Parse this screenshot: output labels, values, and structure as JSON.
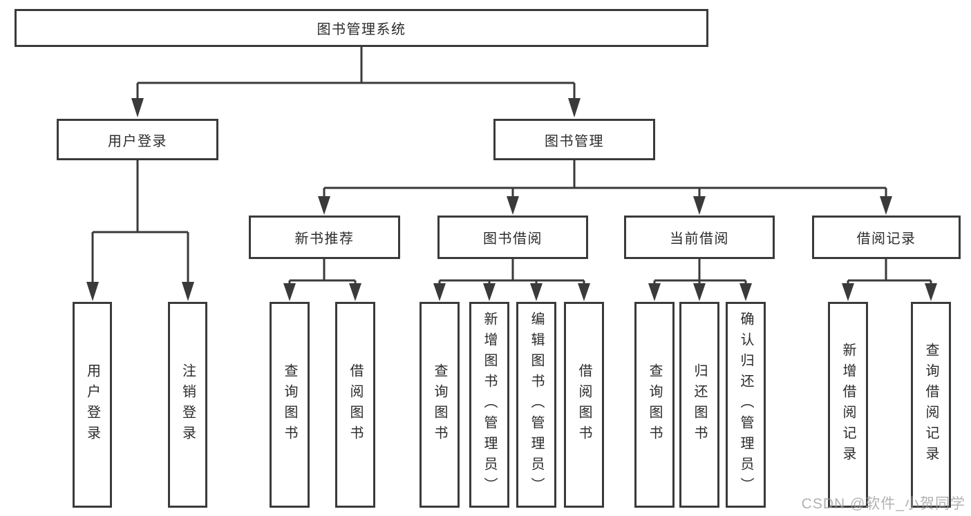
{
  "colors": {
    "line": "#3a3a3a",
    "box_border": "#3a3a3a",
    "text": "#2b2b2b",
    "background": "#ffffff",
    "watermark": "#9e9e9e"
  },
  "watermark": {
    "text": "CSDN @软件_小贺同学"
  },
  "tree": {
    "label": "图书管理系统",
    "children": [
      {
        "label": "用户登录",
        "children": [
          {
            "label": "用户登录"
          },
          {
            "label": "注销登录"
          }
        ]
      },
      {
        "label": "图书管理",
        "children": [
          {
            "label": "新书推荐",
            "children": [
              {
                "label": "查询图书"
              },
              {
                "label": "借阅图书"
              }
            ]
          },
          {
            "label": "图书借阅",
            "children": [
              {
                "label": "查询图书"
              },
              {
                "label": "新增图书（管理员）"
              },
              {
                "label": "编辑图书（管理员）"
              },
              {
                "label": "借阅图书"
              }
            ]
          },
          {
            "label": "当前借阅",
            "children": [
              {
                "label": "查询图书"
              },
              {
                "label": "归还图书"
              },
              {
                "label": "确认归还（管理员）"
              }
            ]
          },
          {
            "label": "借阅记录",
            "children": [
              {
                "label": "新增借阅记录"
              },
              {
                "label": "查询借阅记录"
              }
            ]
          }
        ]
      }
    ]
  }
}
